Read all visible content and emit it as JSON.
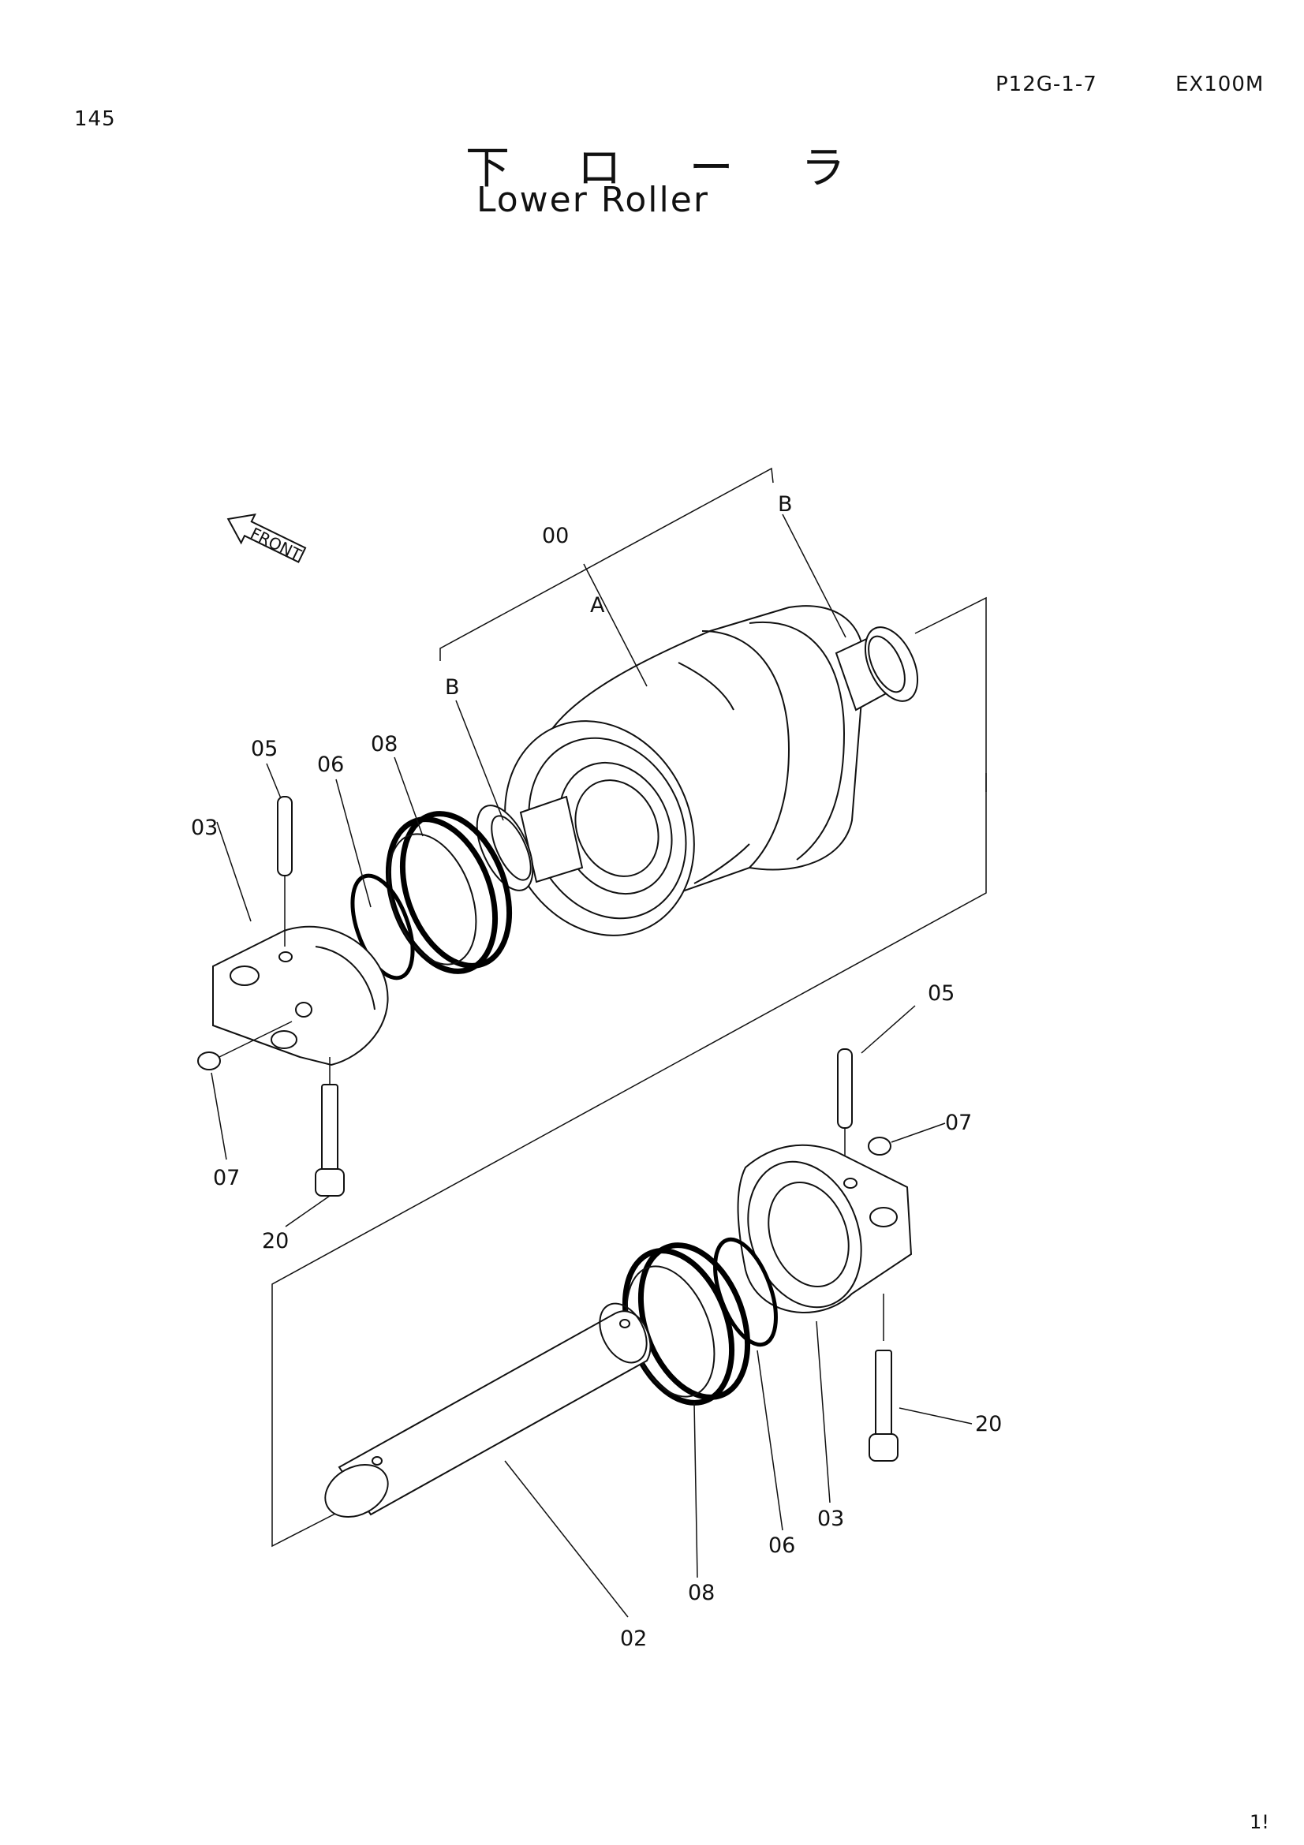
{
  "header": {
    "page_number": "145",
    "part_code": "P12G-1-7",
    "model": "EX100M",
    "title_jp": "下 ロ ー ラ",
    "title_en": "Lower Roller",
    "corner_number": "1!"
  },
  "diagram": {
    "front_indicator": "FRONT",
    "labels": {
      "assembly": "00",
      "a": "A",
      "b_top": "B",
      "b_left": "B",
      "shaft": "02",
      "collar_left": "03",
      "collar_right": "03",
      "pin_left": "05",
      "pin_right": "05",
      "oring_left": "06",
      "oring_right": "06",
      "plug_left": "07",
      "plug_right": "07",
      "seal_left": "08",
      "seal_right": "08",
      "bolt_left": "20",
      "bolt_right": "20"
    }
  }
}
